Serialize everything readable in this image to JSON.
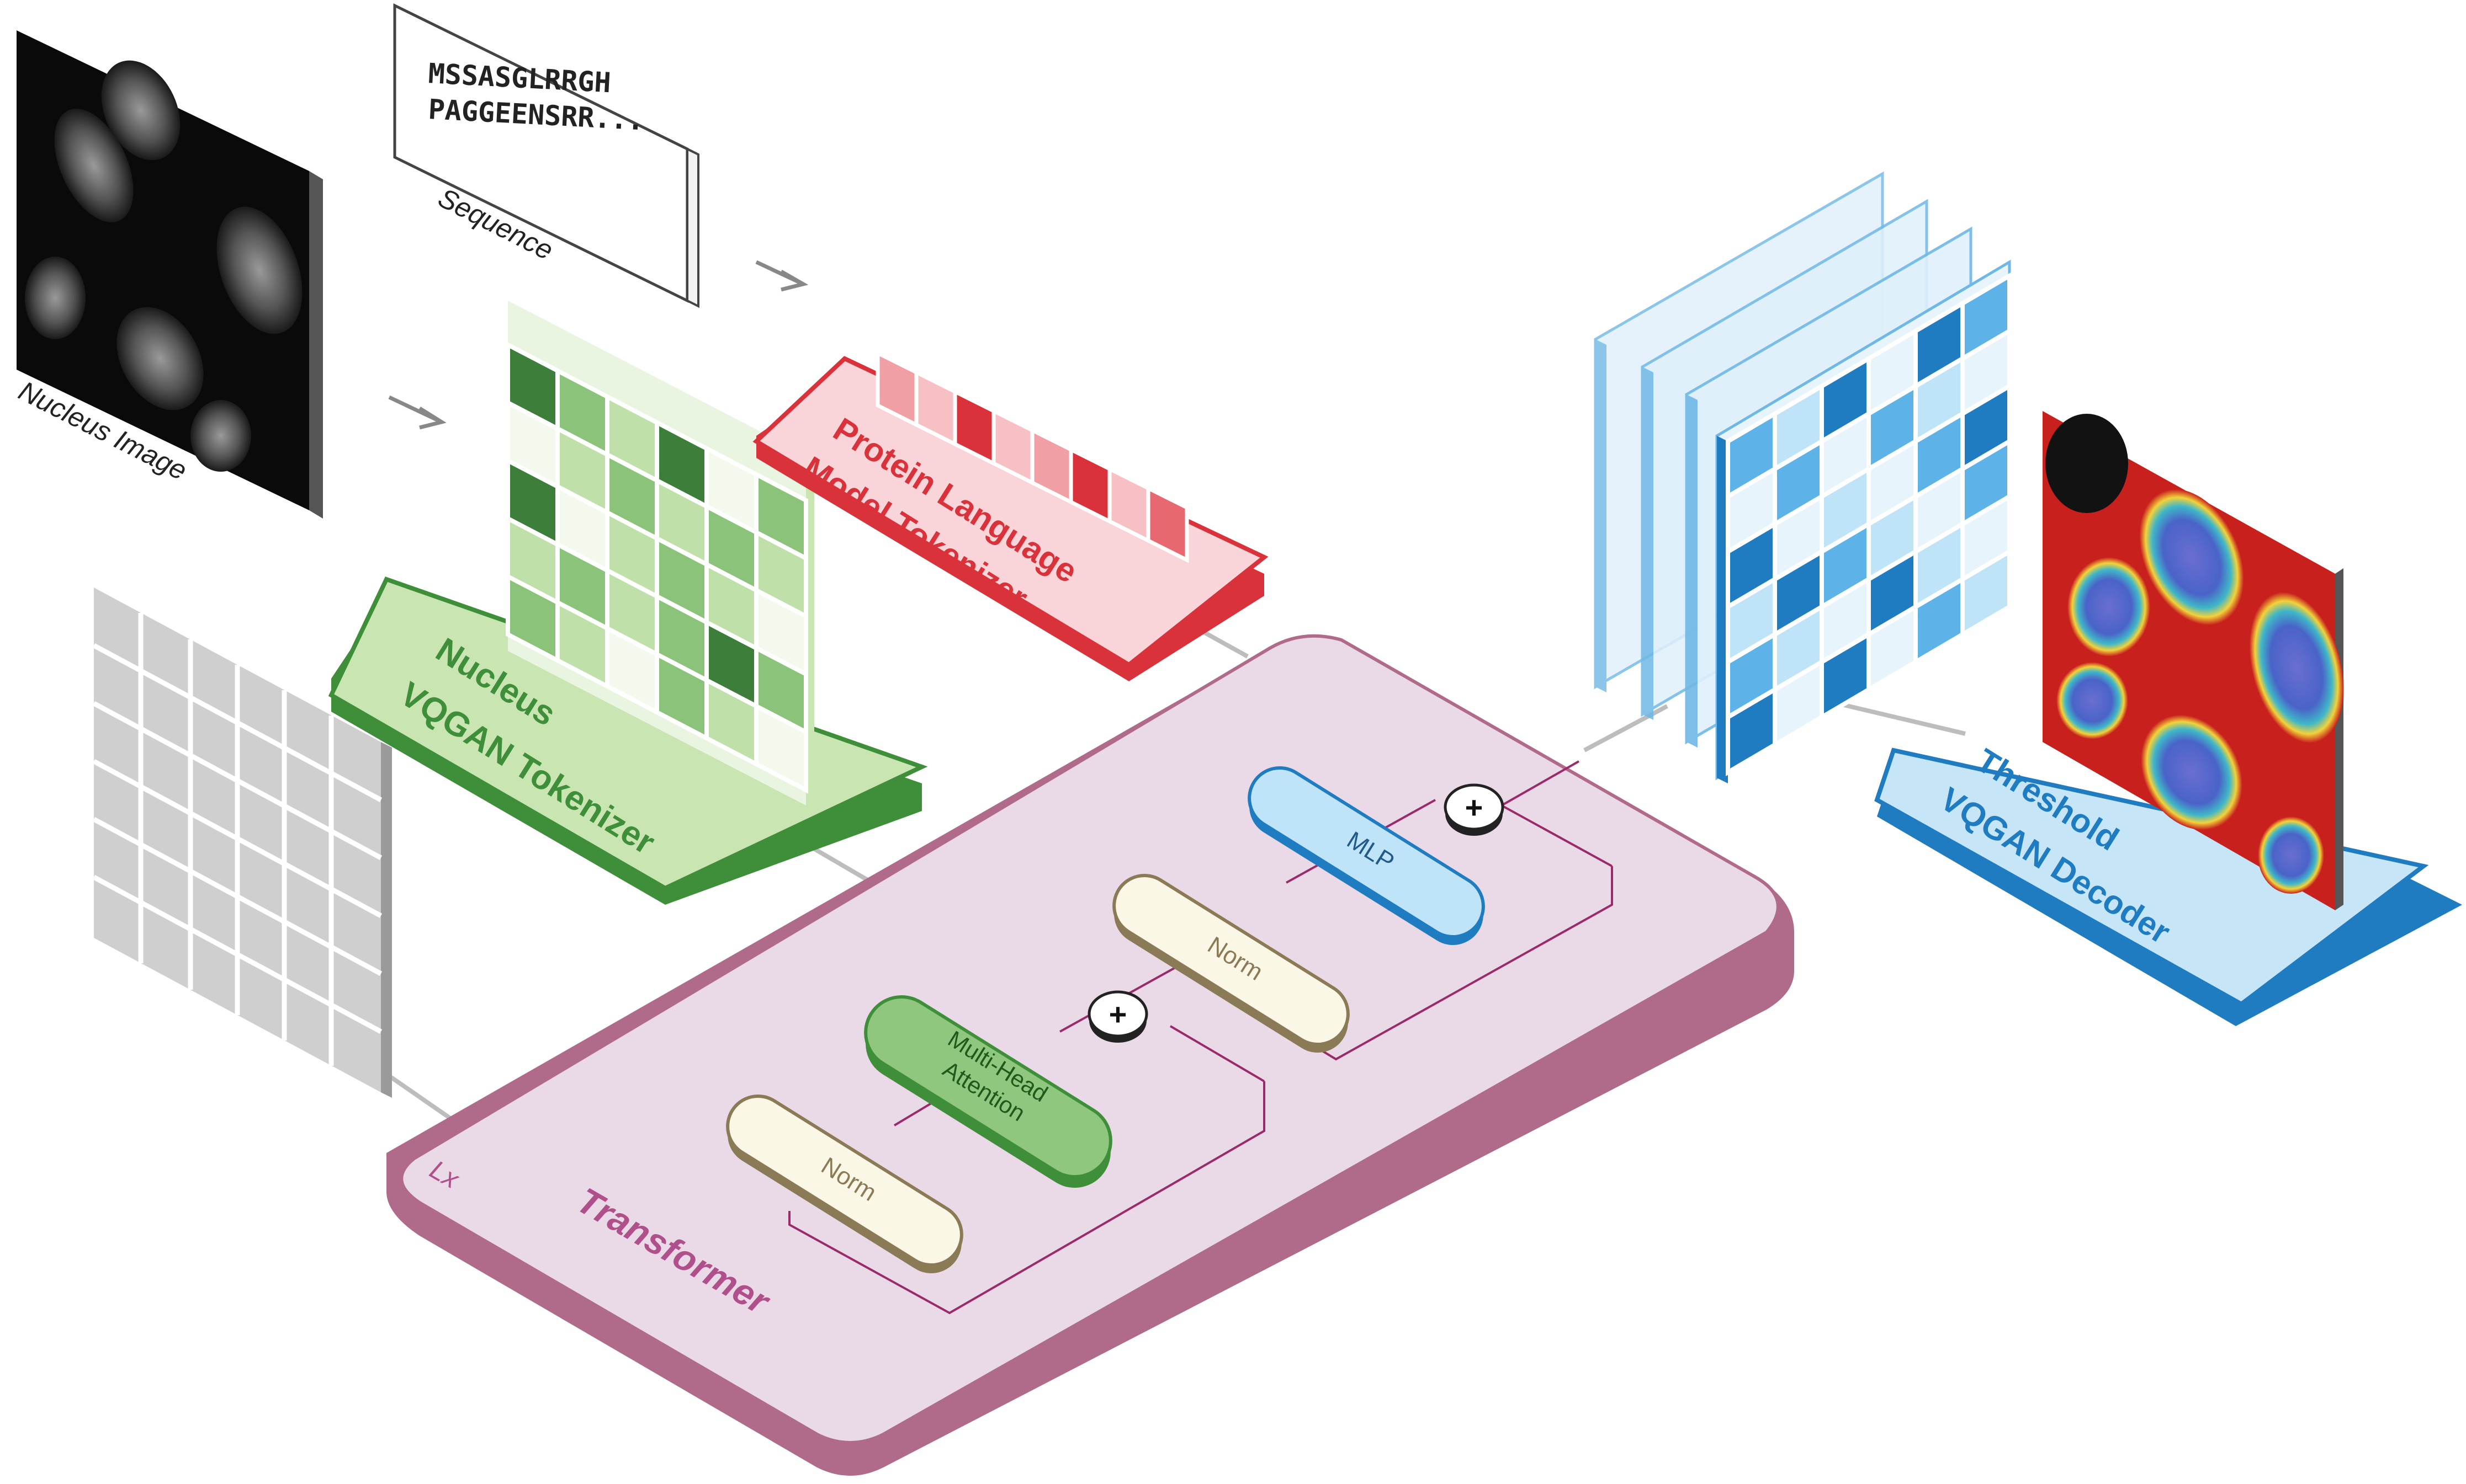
{
  "labels": {
    "nucleus_image": "Nucleus Image",
    "sequence": "Sequence",
    "sequence_line1": "MSSASGLRRGH",
    "sequence_line2": "PAGGEENSRR...",
    "protein_tokenizer_line1": "Protein Language",
    "protein_tokenizer_line2": "Model Tokenizer",
    "nucleus_tokenizer_line1": "Nucleus",
    "nucleus_tokenizer_line2": "VQGAN Tokenizer",
    "decoder_line1": "Threshold",
    "decoder_line2": "VQGAN Decoder",
    "transformer": "Transformer",
    "layers": "Lx",
    "norm1": "Norm",
    "attention_line1": "Multi-Head",
    "attention_line2": "Attention",
    "norm2": "Norm",
    "mlp": "MLP",
    "add_symbol": "+"
  },
  "colors": {
    "green_panel": "#c9e5b2",
    "green_border": "#3f8f3a",
    "red_panel": "#f9d4d8",
    "red_border": "#d9323b",
    "blue_panel": "#c6e6f7",
    "blue_border": "#1f7cc0",
    "transformer_top": "#ead9e6",
    "transformer_side": "#b06a8a",
    "transformer_text": "#b0508a",
    "norm_fill": "#fbf7e6",
    "norm_border": "#8a7a55",
    "attention_fill": "#8fc77e",
    "mlp_fill": "#bfe3f7"
  },
  "icons": {
    "arrow": "right-arrow-icon",
    "add": "plus-circle-icon"
  }
}
